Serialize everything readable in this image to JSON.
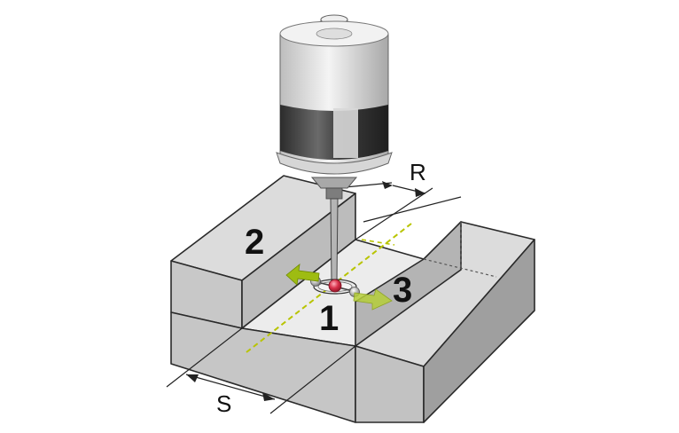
{
  "labels": {
    "dimension_r": "R",
    "dimension_s": "S",
    "marker_1": "1",
    "marker_2": "2",
    "marker_3": "3"
  },
  "colors": {
    "face_top": "#dcdcdc",
    "face_front": "#c6c6c6",
    "face_side": "#a9a9a9",
    "face_dark": "#9a9a9a",
    "edge": "#2a2a2a",
    "axis_dashed": "#b8c400",
    "arrow_fill": "#9ebc12",
    "stylus_ball": "#d8304a",
    "probe_band": "#3a3a3a",
    "probe_body": "#e7e7e7"
  },
  "icons": {
    "probe": "touch-probe-icon",
    "stylus": "stylus-icon",
    "arrow_left": "arrow-left-icon",
    "arrow_right": "arrow-right-icon"
  }
}
